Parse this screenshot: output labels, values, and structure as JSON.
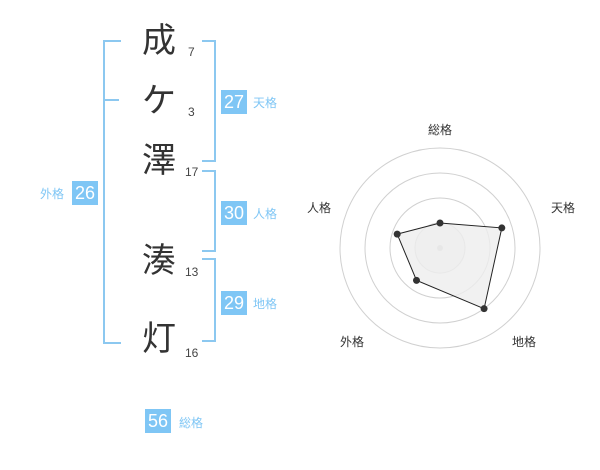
{
  "name": {
    "characters": [
      {
        "char": "成",
        "strokes": "7"
      },
      {
        "char": "ケ",
        "strokes": "3"
      },
      {
        "char": "澤",
        "strokes": "17"
      },
      {
        "char": "湊",
        "strokes": "13"
      },
      {
        "char": "灯",
        "strokes": "16"
      }
    ]
  },
  "fortune": {
    "tenkaku": {
      "value": "27",
      "label": "天格"
    },
    "jinkaku": {
      "value": "30",
      "label": "人格"
    },
    "chikaku": {
      "value": "29",
      "label": "地格"
    },
    "gaikaku": {
      "value": "26",
      "label": "外格"
    },
    "soukaku": {
      "value": "56",
      "label": "総格"
    }
  },
  "radar": {
    "axes": [
      "総格",
      "天格",
      "地格",
      "外格",
      "人格"
    ],
    "levels": 4,
    "values": [
      0.25,
      0.65,
      0.75,
      0.4,
      0.45
    ],
    "grid_color": "#d0d0d0",
    "fill_color": "#eeeeee",
    "line_color": "#222222"
  }
}
